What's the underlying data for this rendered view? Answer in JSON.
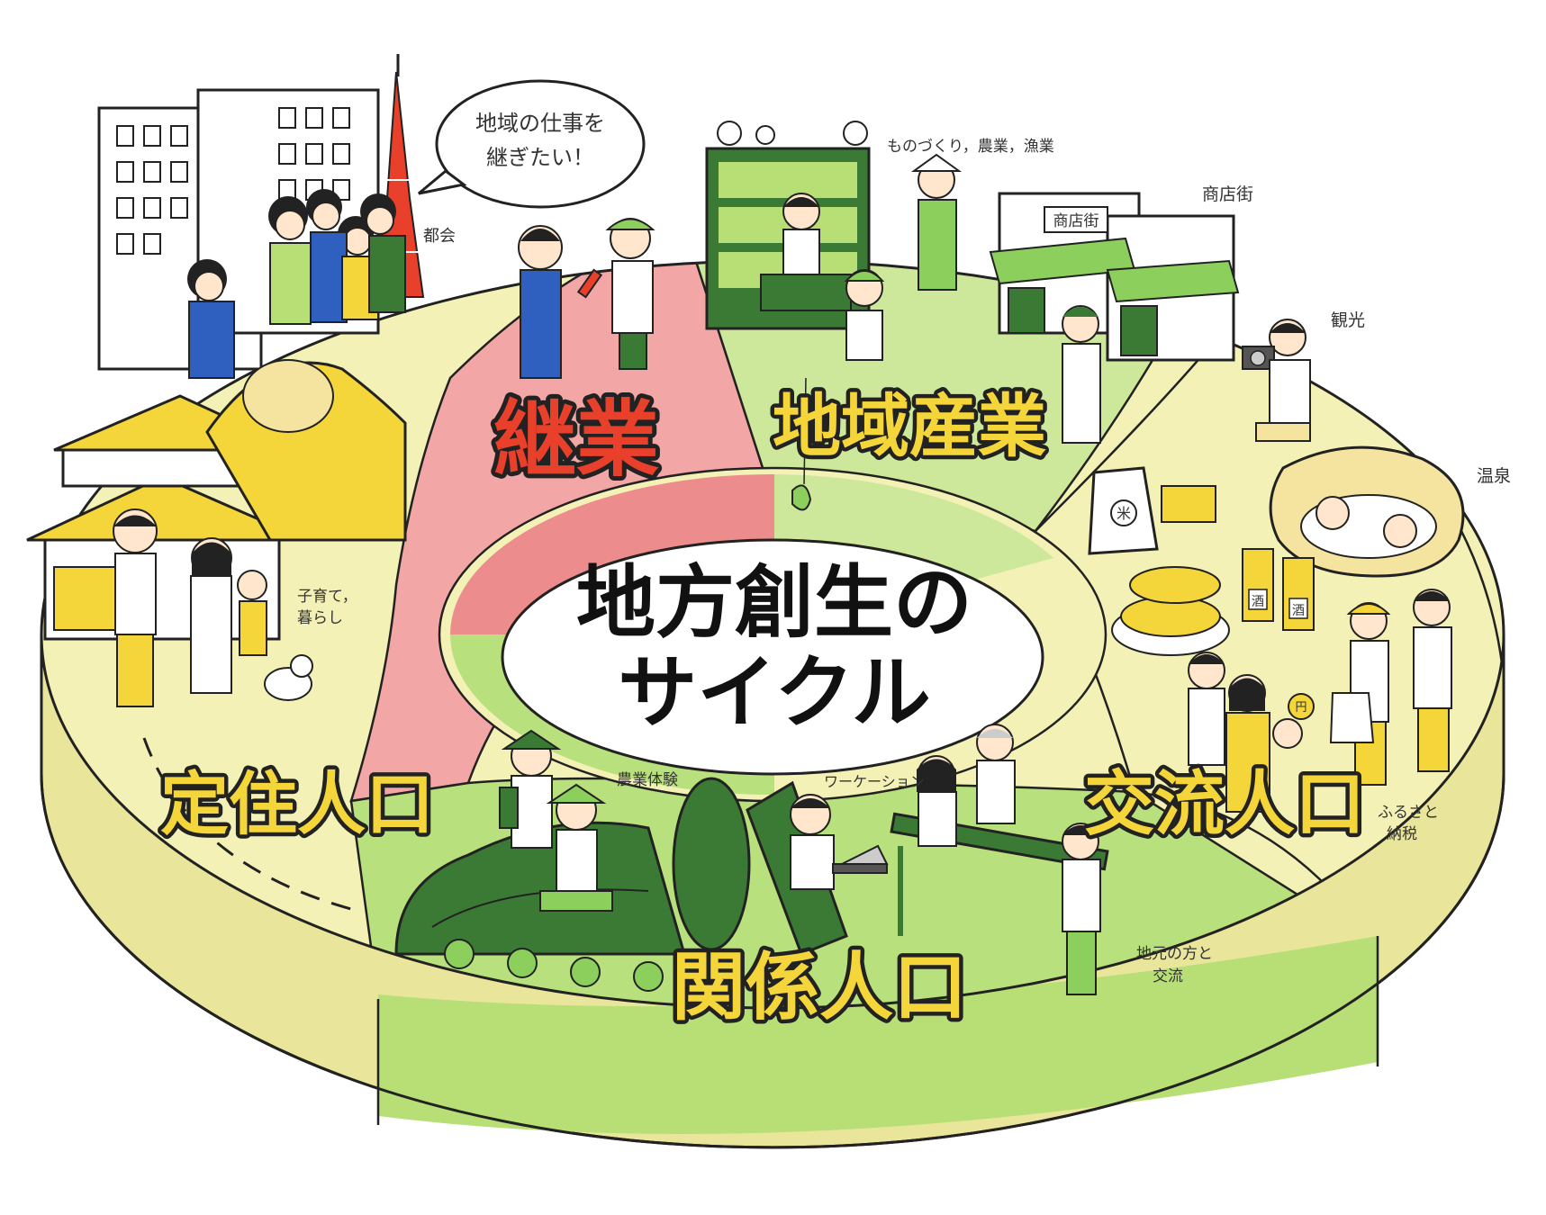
{
  "colors": {
    "red_segment": "#f2a7a6",
    "red_inner": "#ec8c8c",
    "industry_green": "#cde89a",
    "relation_green": "#b8e07c",
    "yellow_cream": "#f3f1b6",
    "side_yellow": "#e9e59a",
    "side_green": "#b7df76",
    "dark_green": "#3b7a34",
    "label_yellow": "#f5d63a",
    "label_red": "#e8402a"
  },
  "center": {
    "line1": "地方創生の",
    "line2": "サイクル"
  },
  "segments": {
    "succession": "継業",
    "local_industry": "地域産業",
    "exchange_population": "交流人口",
    "related_population": "関係人口",
    "settled_population": "定住人口"
  },
  "speech_bubble": {
    "line1": "地域の仕事を",
    "line2": "継ぎたい！"
  },
  "annotations": {
    "city": "都会",
    "crafts": "ものづくり，農業，漁業",
    "shopping_street": "商店街",
    "shop_sign": "商店街",
    "sightseeing": "観光",
    "hot_spring": "温泉",
    "child_rearing_1": "子育て，",
    "child_rearing_2": "暮らし",
    "farming_experience": "農業体験",
    "workation": "ワーケーション",
    "hometown_tax_1": "ふるさと",
    "hometown_tax_2": "納税",
    "locals_exchange_1": "地元の方と",
    "locals_exchange_2": "交流",
    "rice_bag": "米",
    "sake_label": "酒",
    "coin_bag": "円"
  },
  "icons": [
    "office-building-icon",
    "tokyo-tower-icon",
    "traditional-house-icon",
    "shop-building-icon",
    "shelf-icon",
    "camera-icon",
    "hot-spring-icon",
    "sake-bottle-icon",
    "rice-bag-icon",
    "laptop-icon",
    "fish-icon",
    "dog-icon",
    "mountain-icon"
  ]
}
